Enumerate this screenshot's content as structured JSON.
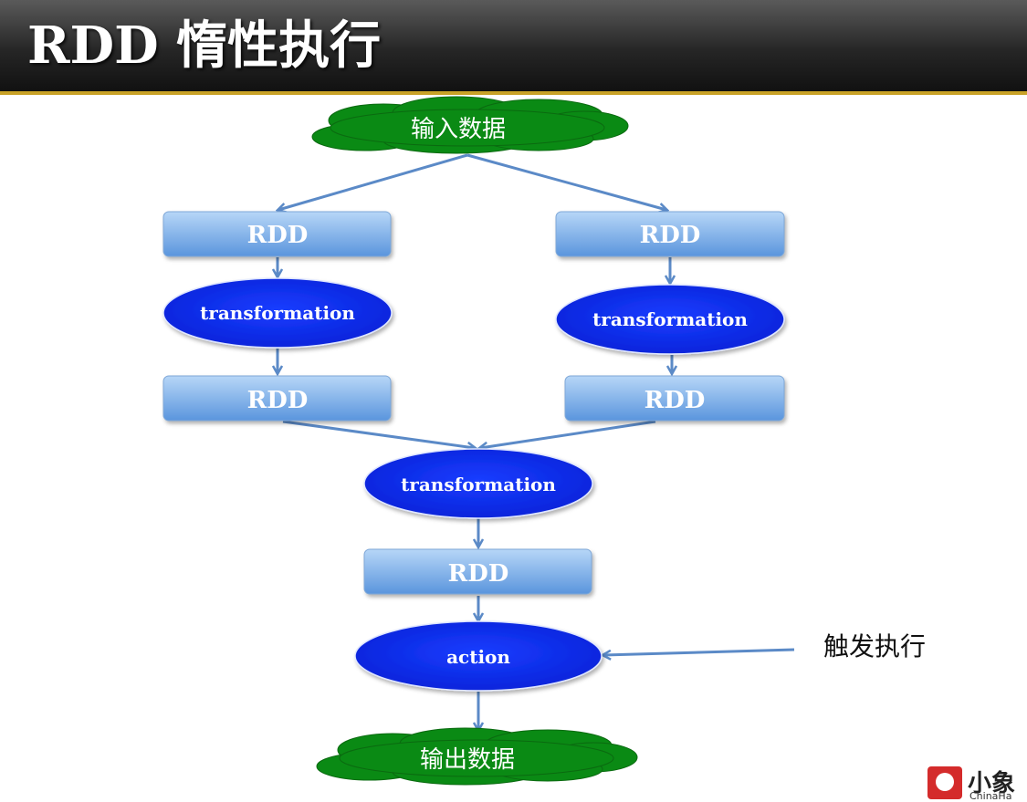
{
  "title": "RDD 惰性执行",
  "colors": {
    "cloud": "#0a8a14",
    "rdd_box_top": "#a9cdf5",
    "rdd_box_bottom": "#5b98e0",
    "ellipse": "#0a2cf0",
    "arrow": "#5b8ac7",
    "accent_bar": "#c9a227"
  },
  "nodes": {
    "input": "输入数据",
    "rdd_left_1": "RDD",
    "rdd_right_1": "RDD",
    "trans_left": "transformation",
    "trans_right": "transformation",
    "rdd_left_2": "RDD",
    "rdd_right_2": "RDD",
    "trans_merge": "transformation",
    "rdd_merged": "RDD",
    "action": "action",
    "output": "输出数据"
  },
  "annotation": "触发执行",
  "logo": {
    "name": "小象",
    "sub": "ChinaHa"
  }
}
